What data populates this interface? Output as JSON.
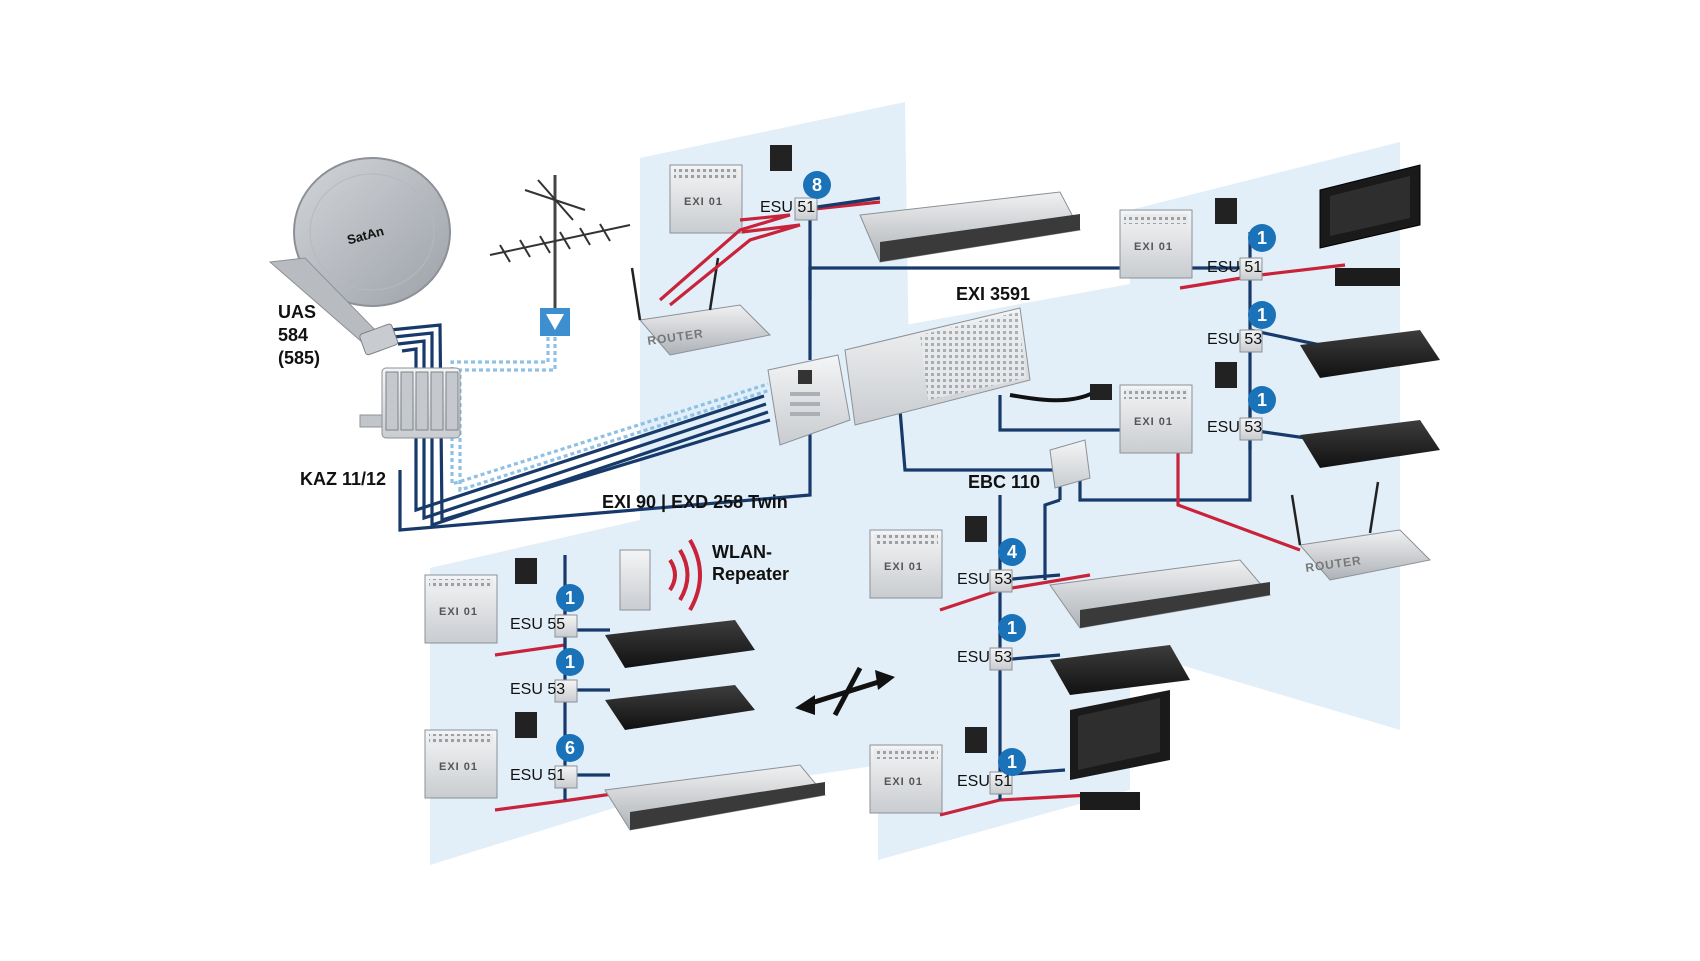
{
  "colors": {
    "zone": "#e2eff8",
    "coax": "#173a6b",
    "lan": "#c8233a",
    "terrestrial": "#8fc0e6",
    "badge": "#1a72b8"
  },
  "labels": {
    "dish": [
      "UAS",
      "584",
      "(585)"
    ],
    "switch": "KAZ 11/12",
    "headend": "EXI 90  |  EXD 258 Twin",
    "exi3591": "EXI 3591",
    "ebc": "EBC 110",
    "wlan": [
      "WLAN-",
      "Repeater"
    ]
  },
  "device_text": {
    "exi01": "EXI 01",
    "router": "ROUTER",
    "dish_brand": "SatAn"
  },
  "sockets": {
    "top": "ESU 51",
    "r1": "ESU 51",
    "r2": "ESU 53",
    "r3": "ESU 53",
    "m1": "ESU 53",
    "m2": "ESU 53",
    "m3": "ESU 51",
    "l1": "ESU 55",
    "l2": "ESU 53",
    "l3": "ESU 51"
  },
  "badges": {
    "top": "8",
    "r1": "1",
    "r2": "1",
    "r3": "1",
    "m1": "4",
    "m2": "1",
    "m3": "1",
    "l1": "1",
    "l2": "1",
    "l3": "6"
  },
  "icons": {
    "no_cross_link": "crossed-double-arrow-icon",
    "antenna": "terrestrial-antenna-icon",
    "amplifier": "triangle-amplifier-icon",
    "wifi": "wifi-signal-icon",
    "power_adapter": "power-plug-icon"
  }
}
